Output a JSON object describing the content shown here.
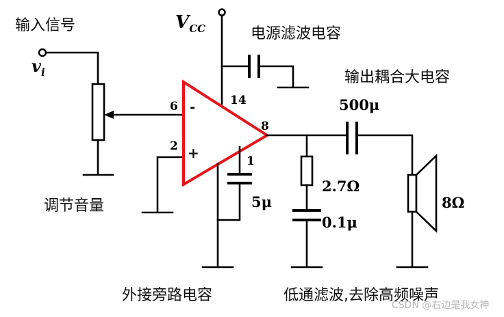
{
  "labels": {
    "input_signal": "输入信号",
    "vi_main": "v",
    "vi_sub": "i",
    "vcc_main": "V",
    "vcc_sub": "CC",
    "supply_cap": "电源滤波电容",
    "output_cap": "输出耦合大电容",
    "volume": "调节音量",
    "bypass_cap": "外接旁路电容",
    "lowpass": "低通滤波,去除高频噪声"
  },
  "pins": {
    "p6": "6",
    "p2": "2",
    "p14": "14",
    "p8": "8",
    "p1": "1"
  },
  "signs": {
    "minus": "-",
    "plus": "+"
  },
  "values": {
    "coupling_cap": "500μ",
    "bypass_cap": "5μ",
    "resistor": "2.7Ω",
    "filter_cap": "0.1μ",
    "speaker": "8Ω"
  },
  "watermark": "CSDN @右边是我女神",
  "colors": {
    "amplifier": "#e8141b",
    "wire": "#000000"
  }
}
